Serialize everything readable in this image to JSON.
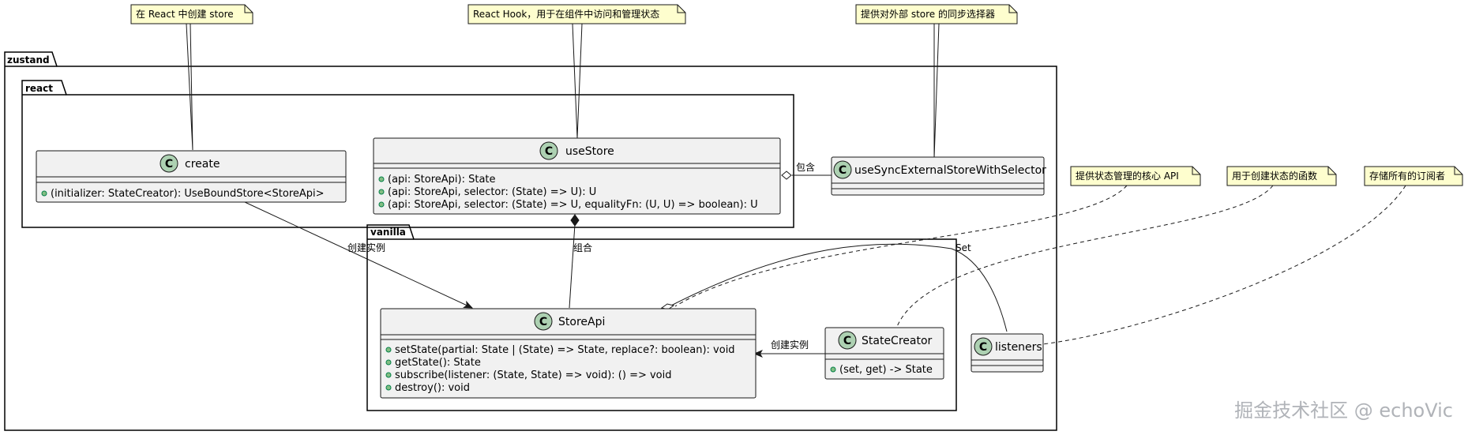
{
  "packages": {
    "zustand": "zustand",
    "react": "react",
    "vanilla": "vanilla"
  },
  "classes": {
    "create": {
      "name": "create",
      "stereotype": "C",
      "members": [
        "(initializer: StateCreator): UseBoundStore<StoreApi>"
      ]
    },
    "useStore": {
      "name": "useStore",
      "stereotype": "C",
      "members": [
        "(api: StoreApi): State",
        "(api: StoreApi, selector: (State) => U): U",
        "(api: StoreApi, selector: (State) => U, equalityFn: (U, U) => boolean): U"
      ]
    },
    "useSync": {
      "name": "useSyncExternalStoreWithSelector",
      "stereotype": "C",
      "members": []
    },
    "storeApi": {
      "name": "StoreApi",
      "stereotype": "C",
      "members": [
        "setState(partial: State | (State) => State, replace?: boolean): void",
        "getState(): State",
        "subscribe(listener: (State, State) => void): () => void",
        "destroy(): void"
      ]
    },
    "stateCreator": {
      "name": "StateCreator",
      "stereotype": "C",
      "members": [
        "(set, get) -> State"
      ]
    },
    "listeners": {
      "name": "listeners",
      "stereotype": "C",
      "members": []
    }
  },
  "notes": {
    "create": "在 React 中创建 store",
    "useStore": "React Hook，用于在组件中访问和管理状态",
    "useSync": "提供对外部 store 的同步选择器",
    "storeApi": "提供状态管理的核心 API",
    "stateCreator": "用于创建状态的函数",
    "listeners": "存储所有的订阅者"
  },
  "relations": {
    "create_storeApi": "创建实例",
    "useStore_storeApi": "组合",
    "useStore_useSync": "包含",
    "stateCreator_storeApi": "创建实例",
    "storeApi_listeners": "Set"
  },
  "watermark": "掘金技术社区 @ echoVic",
  "colors": {
    "note_fill": "#fefece",
    "class_fill": "#f1f1f1",
    "class_border": "#181818",
    "circle_fill": "#add1b2",
    "package_border": "#000000"
  }
}
